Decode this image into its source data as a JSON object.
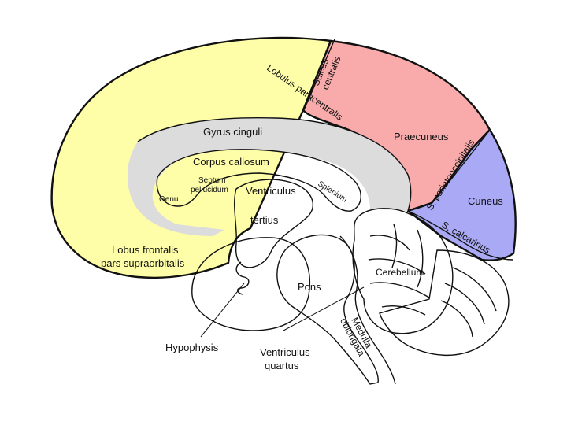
{
  "colors": {
    "frontal": "#fefea8",
    "parietal": "#f9abab",
    "occipital": "#a9a9f5",
    "cingulate": "#dcdcdc",
    "corpus_callosum": "#f3e6d8",
    "ventricle": "#bdbdbd",
    "hypophysis": "#b2f7a9",
    "brainstem": "#f3e6d8",
    "cerebellum": "#ffffff",
    "cerebellum_hemisphere": "#e58de3",
    "outline": "#111111"
  },
  "labels": {
    "sulcus_centralis": [
      "Sulcus",
      "centralis"
    ],
    "lobulus_paracentralis": "Lobulus paracentralis",
    "gyrus_cinguli": "Gyrus cinguli",
    "praecuneus": "Praecuneus",
    "corpus_callosum": "Corpus callosum",
    "septum_pellucidum": [
      "Septum",
      "pellucidum"
    ],
    "genu": "Genu",
    "splenium": "Splenium",
    "ventriculus_tertius": [
      "Ventriculus",
      "tertius"
    ],
    "s_parietooccipitalis": "S. parietooccipitalis",
    "cuneus": "Cuneus",
    "s_calcarinus": "S. calcarinus",
    "lobus_frontalis": [
      "Lobus frontalis",
      "pars supraorbitalis"
    ],
    "cerebellum": "Cerebellum",
    "pons": "Pons",
    "medulla_oblongata": [
      "Medulla",
      "oblongata"
    ],
    "hypophysis": "Hypophysis",
    "ventriculus_quartus": [
      "Ventriculus",
      "quartus"
    ]
  }
}
